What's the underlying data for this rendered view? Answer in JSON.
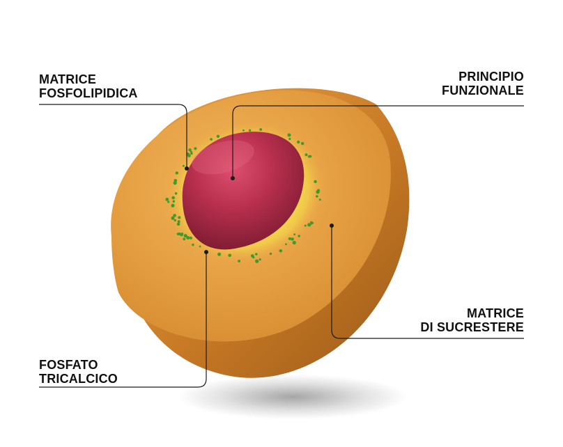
{
  "labels": {
    "matrice_fosfolipidica": {
      "line1": "MATRICE",
      "line2": "FOSFOLIPIDICA"
    },
    "principio_funzionale": {
      "line1": "PRINCIPIO",
      "line2": "FUNZIONALE"
    },
    "matrice_sucrestere": {
      "line1": "MATRICE",
      "line2": "DI SUCRESTERE"
    },
    "fosfato_tricalcico": {
      "line1": "FOSFATO",
      "line2": "TRICALCICO"
    }
  },
  "colors": {
    "outer_matrix": "#e9a443",
    "outer_matrix_dark": "#c9781f",
    "phospholipid_halo": "#f4e04a",
    "core": "#a3263f",
    "core_highlight": "#d84a69",
    "particles": "#3f9a2a",
    "leader_lines": "#1a1a1a"
  }
}
